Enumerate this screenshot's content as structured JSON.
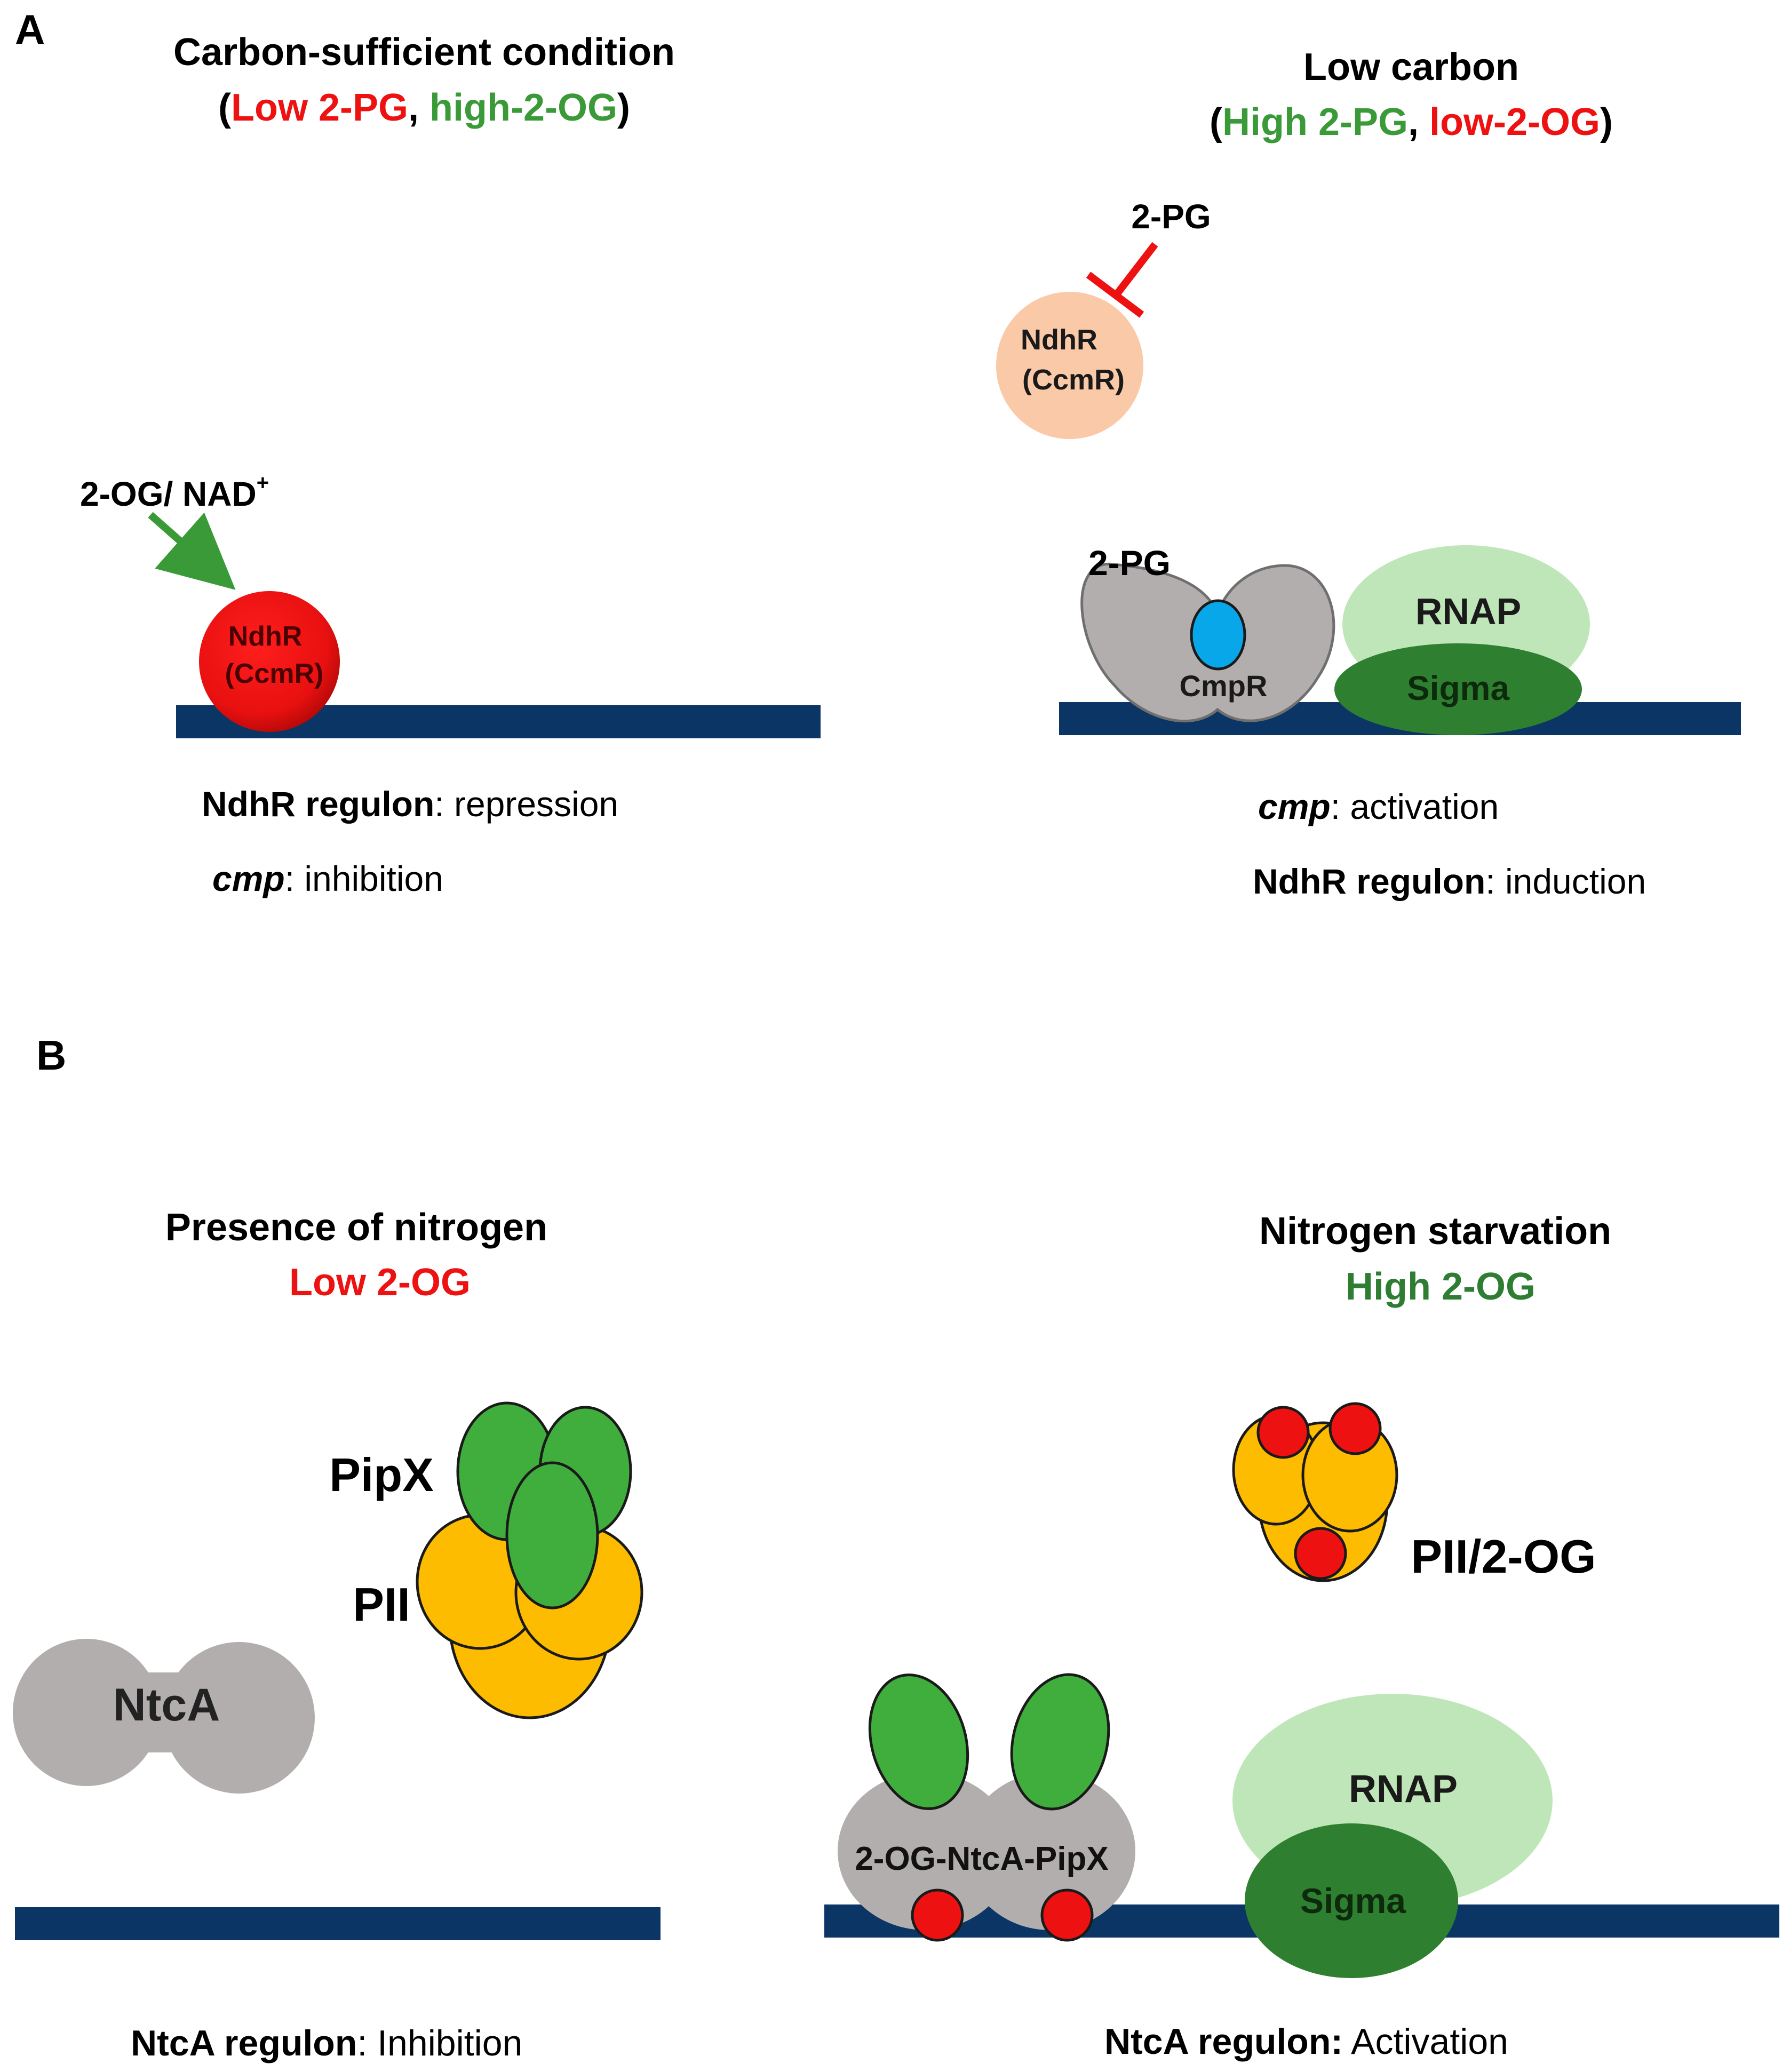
{
  "colors": {
    "dna": "#0b3564",
    "red": "#ee1111",
    "green_text": "#3a9a38",
    "dark_green_text": "#2e7d32",
    "salmon": "#fac9a8",
    "grey": "#b3aeae",
    "grey_stroke": "#6f6f6f",
    "cyan": "#08a7ea",
    "light_green": "#bfe6b8",
    "dark_green": "#2f7f31",
    "pipx_green": "#3fae3c",
    "pii_orange": "#fdbc00",
    "black": "#000000"
  },
  "panel_a": {
    "label": "A",
    "left": {
      "title": "Carbon-sufficient condition",
      "sub_open": "(",
      "sub_red": "Low 2-PG",
      "sub_sep": ", ",
      "sub_green": "high-2-OG",
      "sub_close": ")",
      "effector_label": "2-OG/ NAD",
      "effector_sup": "+",
      "protein_line1": "NdhR",
      "protein_line2": "(CcmR)",
      "regulon_bold": "NdhR regulon",
      "regulon_rest": ": repression",
      "cmp_bold": "cmp",
      "cmp_rest": ": inhibition"
    },
    "right": {
      "title": "Low carbon",
      "sub_open": "(",
      "sub_green": "High 2-PG",
      "sub_sep": ", ",
      "sub_red": "low-2-OG",
      "sub_close": ")",
      "inhibitor_label": "2-PG",
      "free_protein_line1": "NdhR",
      "free_protein_line2": "(CcmR)",
      "ligand_label": "2-PG",
      "activator_label": "CmpR",
      "rnap_label": "RNAP",
      "sigma_label": "Sigma",
      "cmp_bold": "cmp",
      "cmp_rest": ": activation",
      "regulon_bold": "NdhR regulon",
      "regulon_rest": ": induction"
    }
  },
  "panel_b": {
    "label": "B",
    "left": {
      "title": "Presence of nitrogen",
      "subtitle": "Low 2-OG",
      "pipx_label": "PipX",
      "pii_label": "PII",
      "ntca_label": "NtcA",
      "regulon_bold": "NtcA regulon",
      "regulon_rest": ": Inhibition"
    },
    "right": {
      "title": "Nitrogen starvation",
      "subtitle": "High 2-OG",
      "pii_complex_label": "PII/2-OG",
      "complex_label": "2-OG-NtcA-PipX",
      "rnap_label": "RNAP",
      "sigma_label": "Sigma",
      "regulon_bold": "NtcA regulon:",
      "regulon_rest": " Activation"
    }
  }
}
